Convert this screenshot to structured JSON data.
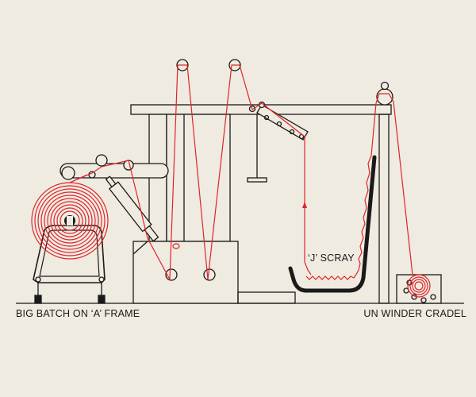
{
  "labels": {
    "left": "BIG BATCH ON ‘A’ FRAME",
    "right": "UN WINDER CRADEL",
    "scray": "‘J’ SCRAY"
  },
  "colors": {
    "background": "#efebe0",
    "machine": "#1a1a1a",
    "fabric": "#e0242b"
  }
}
